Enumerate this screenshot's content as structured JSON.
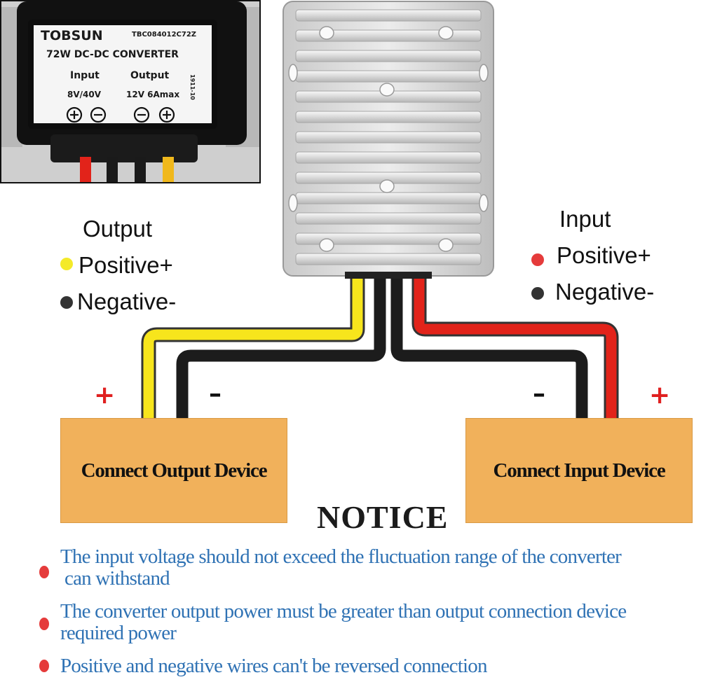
{
  "inset": {
    "brand": "TOBSUN",
    "model": "TBC084012C72Z",
    "product": "72W DC-DC CONVERTER",
    "input_label": "Input",
    "output_label": "Output",
    "input_range": "8V/40V",
    "output_spec": "12V 6Amax",
    "date_code": "1911-10"
  },
  "output_legend": {
    "title": "Output",
    "positive": "Positive+",
    "negative": "Negative-"
  },
  "input_legend": {
    "title": "Input",
    "positive": "Positive+",
    "negative": "Negative-"
  },
  "devices": {
    "output": "Connect Output Device",
    "input": "Connect Input Device"
  },
  "signs": {
    "plus": "+",
    "minus": "–"
  },
  "notice": {
    "title": "NOTICE",
    "items": [
      {
        "line1": "The input voltage  should not exceed the fluctuation range of the converter",
        "line2": "can withstand"
      },
      {
        "line1": "The converter output power must be  greater than output connection device",
        "line2": "required power"
      },
      {
        "line1": "Positive and negative wires can't be  reversed connection",
        "line2": ""
      }
    ]
  },
  "colors": {
    "wire_yellow": "#f7e51c",
    "wire_black": "#1c1c1c",
    "wire_red": "#e2231a",
    "device_fill": "#f1b15b",
    "plus_red": "#e02020",
    "notice_blue": "#2f72b4",
    "bullet_red": "#e53b3b"
  }
}
